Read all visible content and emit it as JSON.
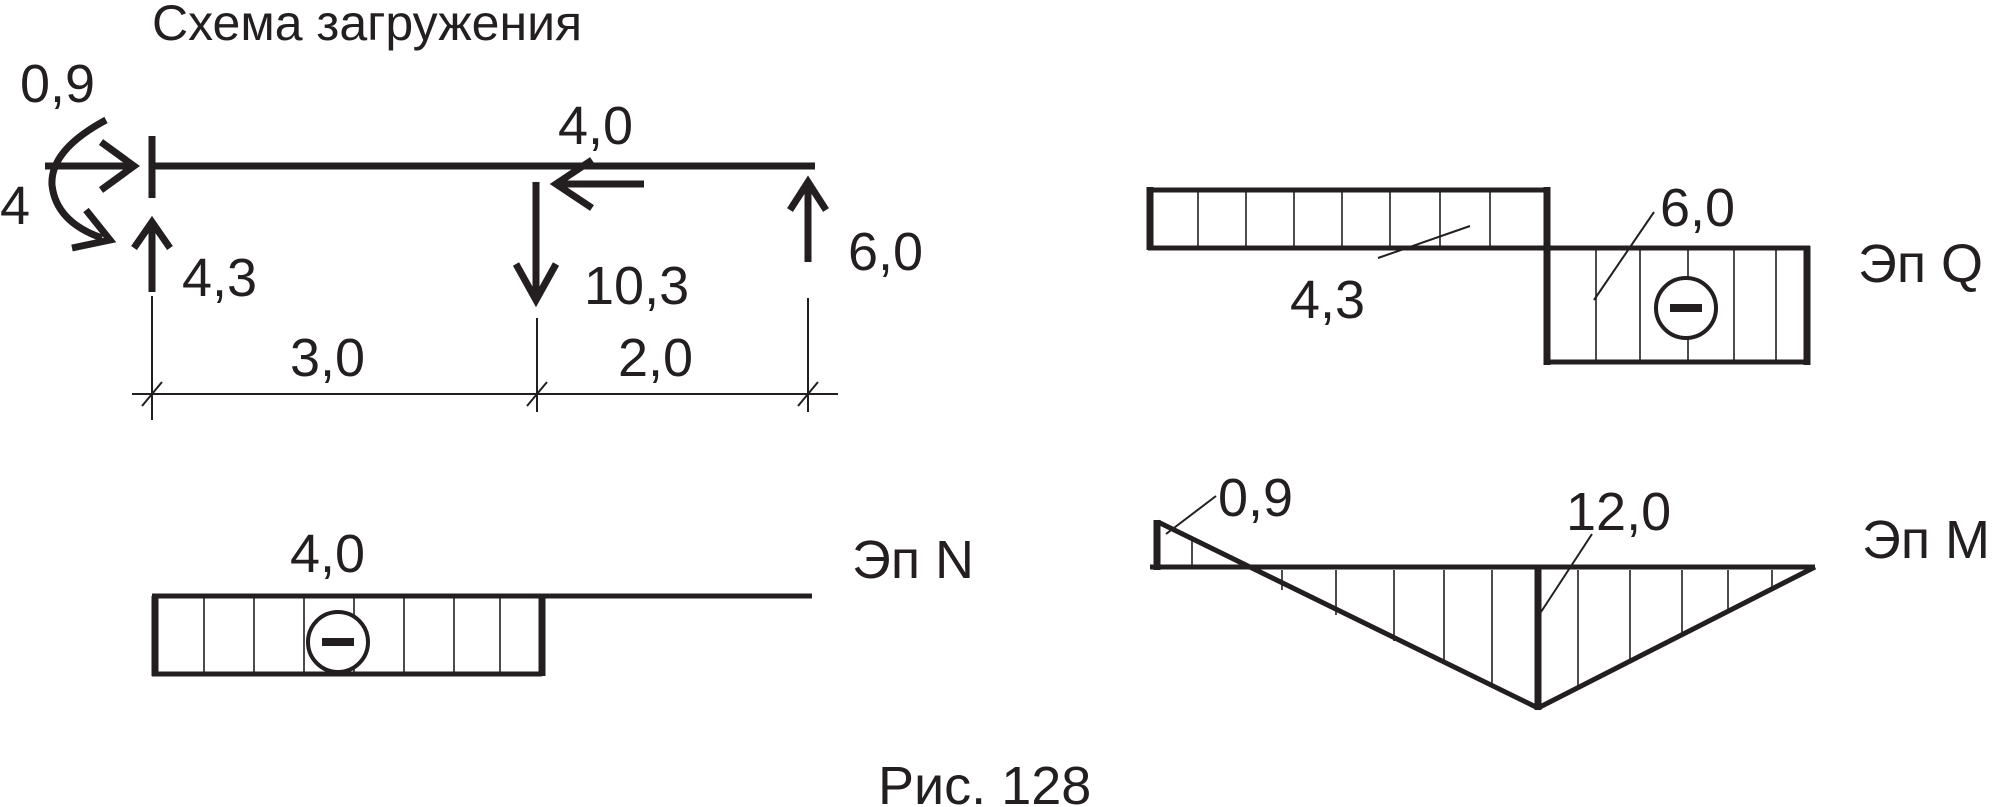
{
  "title": "Схема загружения",
  "figure_caption": "Рис. 128",
  "loading_scheme": {
    "moment_label": "0,9",
    "left_axial_label": "4",
    "left_support_label": "4,3",
    "mid_horizontal_label": "4,0",
    "mid_vertical_label": "10,3",
    "right_support_label": "6,0",
    "dimensions": [
      "3,0",
      "2,0"
    ]
  },
  "diagram_N": {
    "name": "Эп N",
    "value_label": "4,0",
    "sign": "minus"
  },
  "diagram_Q": {
    "name": "Эп Q",
    "left_value_label": "4,3",
    "right_value_label": "6,0",
    "sign": "minus"
  },
  "diagram_M": {
    "name": "Эп M",
    "left_value_label": "0,9",
    "peak_value_label": "12,0"
  },
  "colors": {
    "ink": "#231f20",
    "background": "#ffffff"
  },
  "icons": {
    "sign": "minus-circle-icon"
  }
}
